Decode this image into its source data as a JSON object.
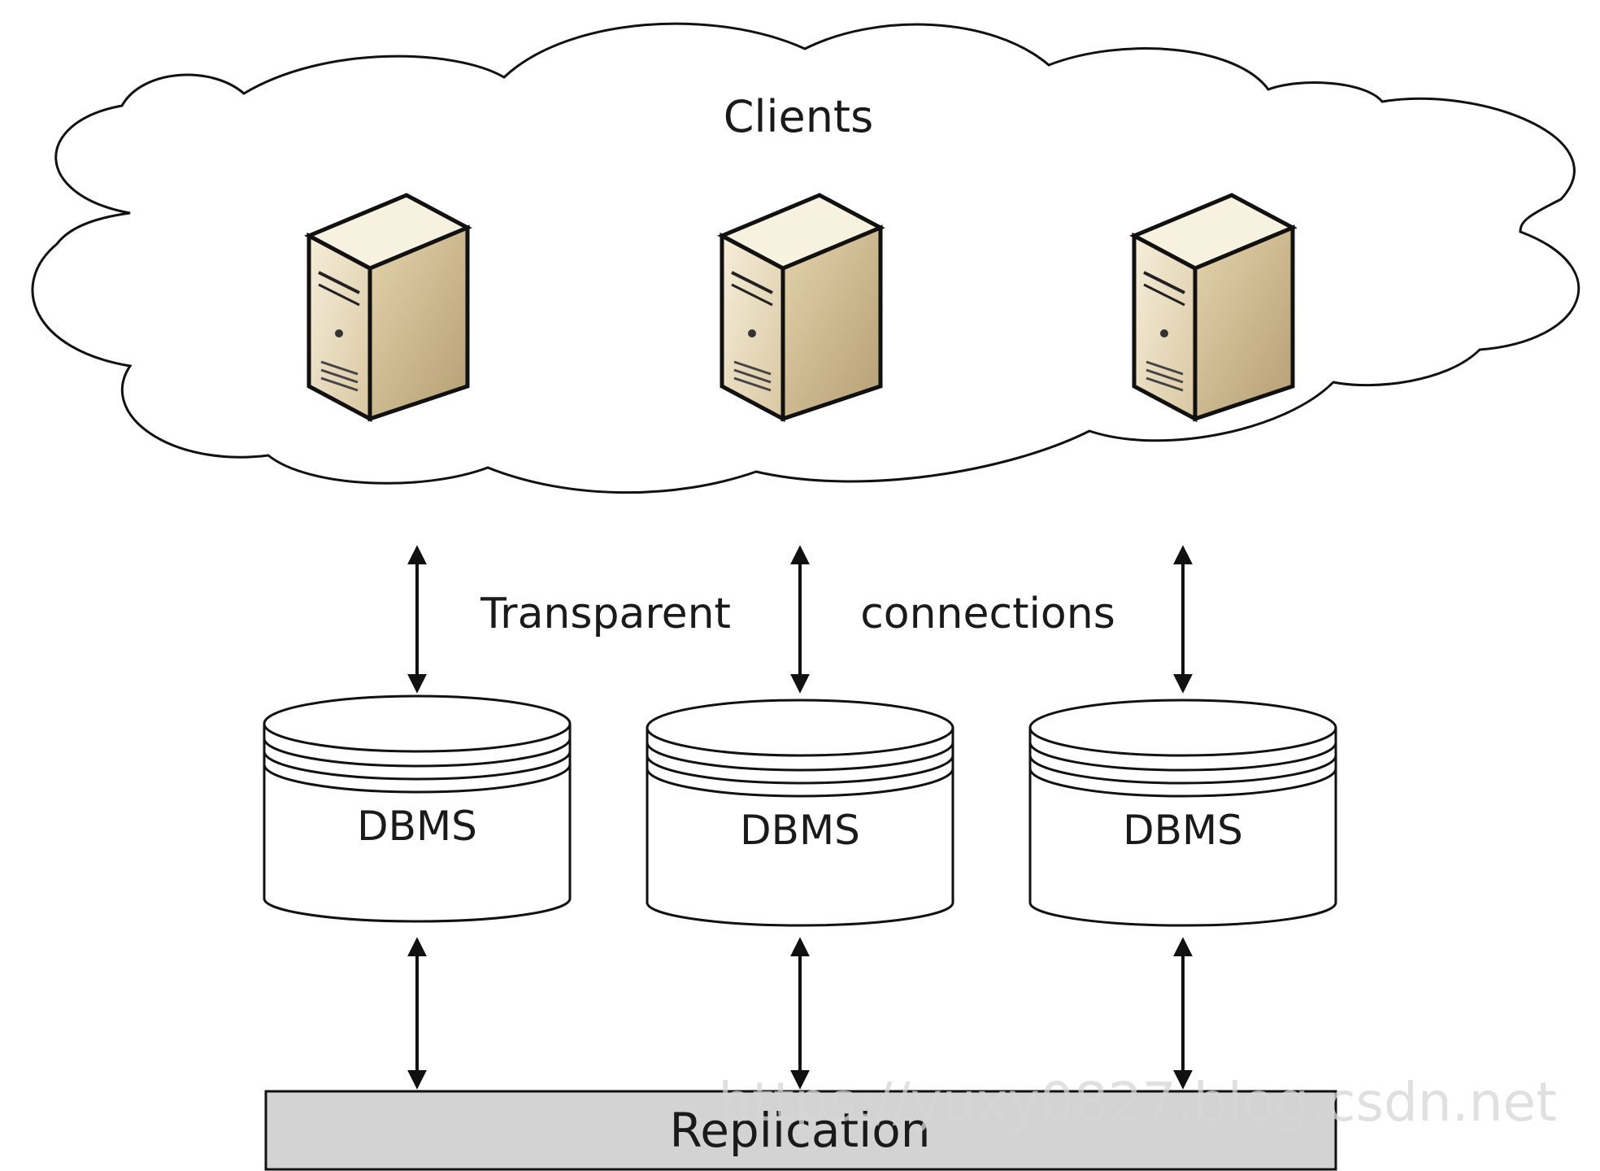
{
  "cloud": {
    "label": "Clients"
  },
  "connections": {
    "left_label": "Transparent",
    "right_label": "connections"
  },
  "databases": [
    {
      "label": "DBMS"
    },
    {
      "label": "DBMS"
    },
    {
      "label": "DBMS"
    }
  ],
  "replication": {
    "label": "Replication"
  },
  "watermark": {
    "text": "https://yuxy0827.blog.csdn.net"
  },
  "colors": {
    "server_front": "#efe4c8",
    "server_side": "#c9b48a",
    "server_top": "#f7f1e0",
    "replication_fill": "#d3d3d3",
    "stroke": "#111111"
  }
}
